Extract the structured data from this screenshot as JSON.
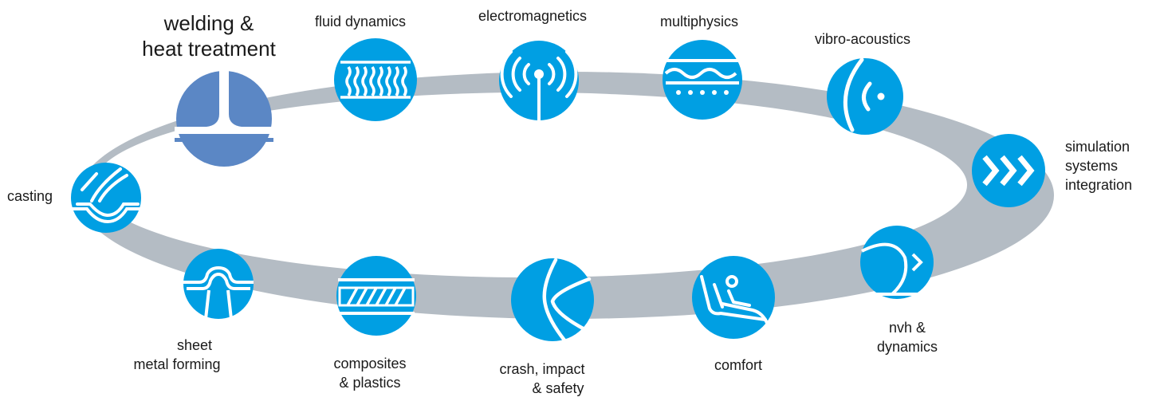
{
  "diagram": {
    "ring_color": "#b4bcc4",
    "node_color": "#009fe3",
    "active_node_color": "#5b87c5",
    "icon_color": "#ffffff",
    "nodes": [
      {
        "id": "welding",
        "label_lines": [
          "welding &",
          "heat treatment"
        ],
        "icon": "weld-joint-icon",
        "active": true
      },
      {
        "id": "fluid",
        "label_lines": [
          "fluid dynamics"
        ],
        "icon": "fluid-waves-icon",
        "active": false
      },
      {
        "id": "em",
        "label_lines": [
          "electromagnetics"
        ],
        "icon": "antenna-icon",
        "active": false
      },
      {
        "id": "multi",
        "label_lines": [
          "multiphysics"
        ],
        "icon": "wave-dots-icon",
        "active": false
      },
      {
        "id": "vibro",
        "label_lines": [
          "vibro-acoustics"
        ],
        "icon": "sound-wave-icon",
        "active": false
      },
      {
        "id": "sim",
        "label_lines": [
          "simulation",
          "systems",
          "integration"
        ],
        "icon": "triple-chevron-icon",
        "active": false
      },
      {
        "id": "nvh",
        "label_lines": [
          "nvh &",
          "dynamics"
        ],
        "icon": "nvh-chevron-icon",
        "active": false
      },
      {
        "id": "comfort",
        "label_lines": [
          "comfort"
        ],
        "icon": "seat-icon",
        "active": false
      },
      {
        "id": "crash",
        "label_lines": [
          "crash, impact",
          "& safety"
        ],
        "icon": "crash-icon",
        "active": false
      },
      {
        "id": "composites",
        "label_lines": [
          "composites",
          "& plastics"
        ],
        "icon": "hatched-layer-icon",
        "active": false
      },
      {
        "id": "sheet",
        "label_lines": [
          "sheet",
          "metal forming"
        ],
        "icon": "stamping-icon",
        "active": false
      },
      {
        "id": "casting",
        "label_lines": [
          "casting"
        ],
        "icon": "casting-pour-icon",
        "active": false
      }
    ]
  }
}
